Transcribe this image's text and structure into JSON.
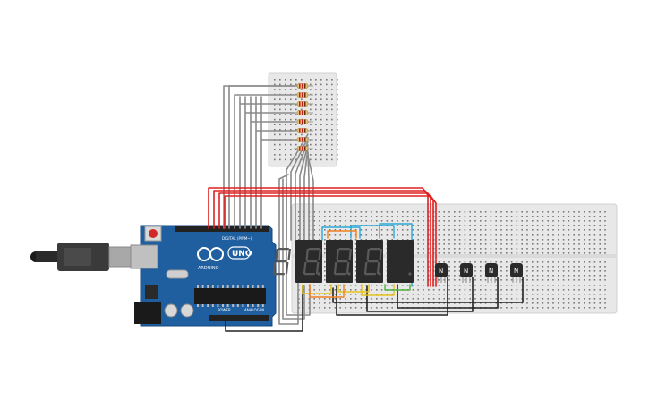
{
  "board": {
    "brand": "ARDUINO",
    "model": "UNO",
    "digital_label": "DIGITAL (PWM~)",
    "power_label": "POWER",
    "analog_label": "ANALOG IN",
    "body_color": "#1f5fa0"
  },
  "displays": {
    "count": 4,
    "digit_text": "8.",
    "segment_color": "#5a5a5a"
  },
  "transistors": {
    "count": 4,
    "mark": "N"
  },
  "resistors": {
    "count": 8
  },
  "wire_colors": {
    "signal": "#8a8a8a",
    "power": "#e02020",
    "ground": "#222222",
    "yellow": "#e8c21a",
    "cyan": "#28a8d8",
    "orange": "#f08020",
    "green": "#50b040"
  },
  "icons": {
    "usb": "usb-cable-icon",
    "reset": "reset-button-icon",
    "crystal": "crystal-oscillator-icon",
    "chip": "microcontroller-chip-icon",
    "power_jack": "dc-power-jack-icon",
    "capacitor": "capacitor-icon",
    "logo": "arduino-infinity-logo-icon"
  }
}
